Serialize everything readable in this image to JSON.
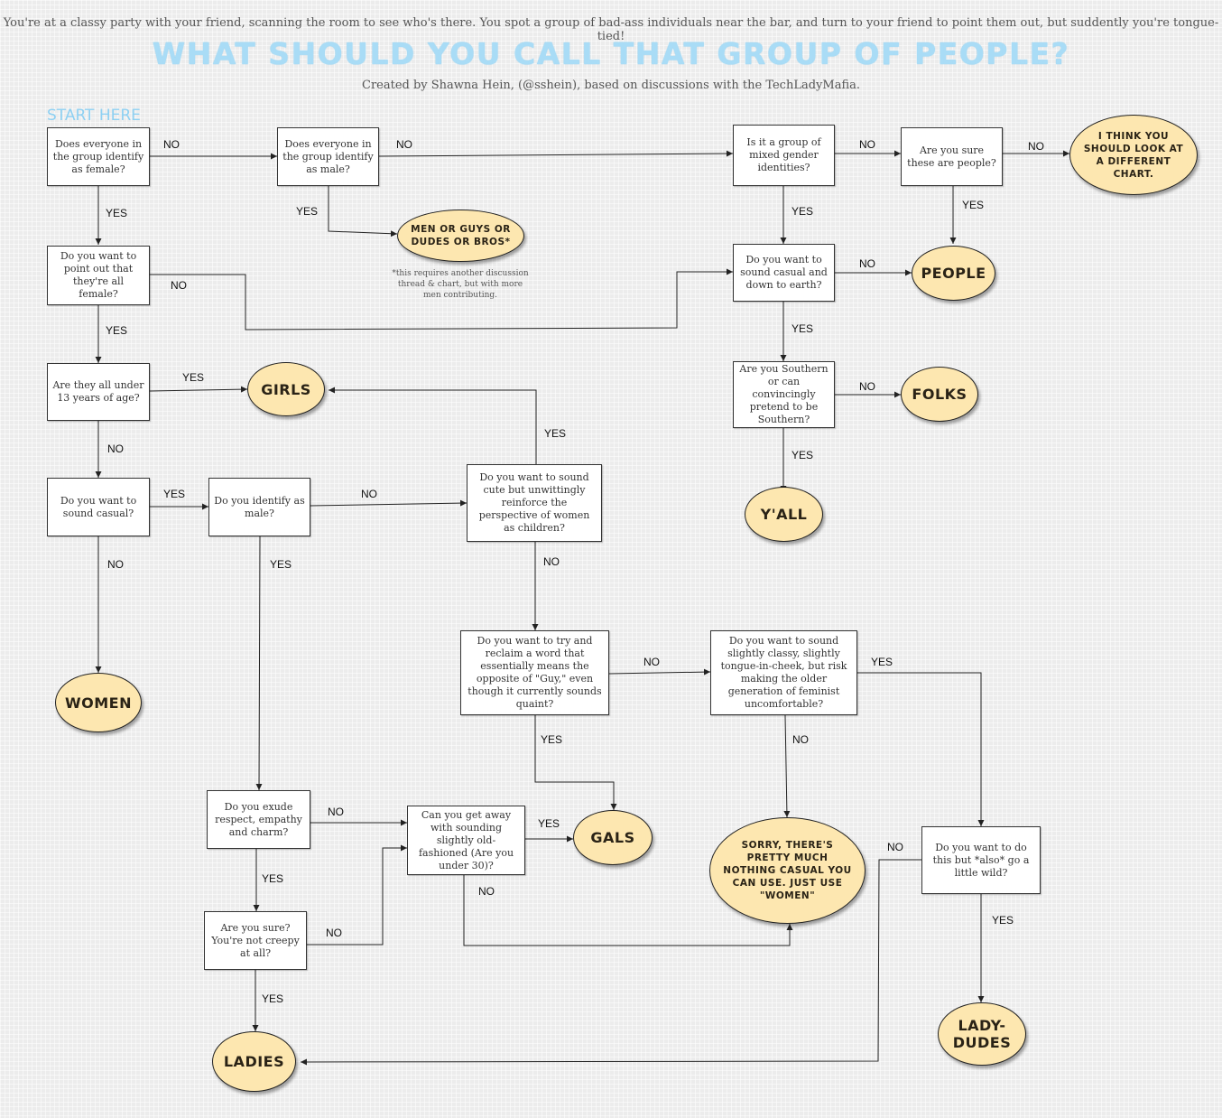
{
  "header": {
    "intro": "You're at a classy party with your friend, scanning the room to see who's there.  You spot a group of bad-ass individuals near the bar, and turn to your friend to point them out, but suddently you're tongue-tied!",
    "title": "WHAT SHOULD YOU CALL THAT GROUP OF PEOPLE?",
    "credit": "Created by Shawna Hein, (@sshein),  based on discussions with the TechLadyMafia.",
    "start": "START HERE"
  },
  "questions": {
    "q_female": "Does everyone in the group identify as female?",
    "q_male": "Does everyone in the group identify as male?",
    "q_mixed": "Is it a group of mixed gender identities?",
    "q_people": "Are you sure these are people?",
    "q_point": "Do you want to point out that they're all female?",
    "q_earth": "Do you want to sound casual and down to earth?",
    "q_under13": "Are they all under 13 years of age?",
    "q_southern": "Are you Southern or can convincingly pretend to be Southern?",
    "q_casual": "Do you want to sound casual?",
    "q_identmale": "Do you identify as male?",
    "q_cute": "Do you want to sound cute but unwittingly reinforce the perspective of women as children?",
    "q_reclaim": "Do you want to try and reclaim a word that essentially means the opposite of \"Guy,\" even though it currently sounds quaint?",
    "q_classy": "Do you want to sound slightly classy, slightly tongue-in-cheek, but risk making the older generation of feminist uncomfortable?",
    "q_respect": "Do you exude respect, empathy and charm?",
    "q_oldfash": "Can you get away with sounding slightly old-fashioned (Are you under 30)?",
    "q_sure": "Are you sure? You're not creepy at all?",
    "q_wild": "Do you want to do this but *also* go a little wild?"
  },
  "answers": {
    "a_different": "I THINK YOU SHOULD LOOK AT A DIFFERENT CHART.",
    "a_men": "MEN OR GUYS OR DUDES OR BROS*",
    "a_people": "PEOPLE",
    "a_girls": "GIRLS",
    "a_folks": "FOLKS",
    "a_yall": "Y'ALL",
    "a_women": "WOMEN",
    "a_gals": "GALS",
    "a_sorry": "SORRY, THERE'S PRETTY MUCH NOTHING CASUAL YOU CAN USE. JUST USE \"WOMEN\"",
    "a_ladies": "LADIES",
    "a_ladydudes": "LADY-DUDES"
  },
  "footnote": "*this requires another discussion thread & chart, but with more men contributing.",
  "labels": {
    "no_female": "NO",
    "no_male": "NO",
    "no_mixed": "NO",
    "no_people": "NO",
    "yes_female": "YES",
    "yes_male": "YES",
    "yes_mixed": "YES",
    "yes_people": "YES",
    "no_point": "NO",
    "no_earth": "NO",
    "yes_point": "YES",
    "yes_earth": "YES",
    "yes_under13": "YES",
    "no_under13": "NO",
    "no_southern": "NO",
    "yes_southern": "YES",
    "yes_cute": "YES",
    "yes_casual": "YES",
    "no_identmale": "NO",
    "no_casual": "NO",
    "yes_identmale": "YES",
    "no_cute": "NO",
    "no_reclaim": "NO",
    "yes_classy": "YES",
    "yes_reclaim": "YES",
    "no_classy": "NO",
    "no_respect": "NO",
    "yes_oldfash": "YES",
    "no_wild": "NO",
    "yes_respect": "YES",
    "no_oldfash": "NO",
    "no_sure": "NO",
    "yes_wild": "YES",
    "yes_sure": "YES"
  }
}
